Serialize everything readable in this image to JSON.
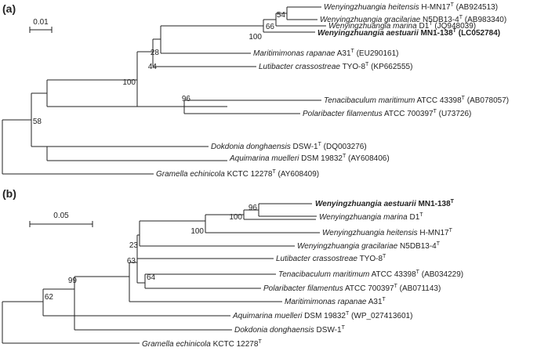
{
  "figure": {
    "panels": [
      {
        "id": "a",
        "label": "(a)",
        "scale_label": "0.01",
        "bootstrap": [
          "54",
          "66",
          "100",
          "28",
          "44",
          "100",
          "96",
          "58"
        ],
        "taxa": [
          {
            "genus": "Wenyingzhuangia",
            "species": "heitensis",
            "strain": "H-MN17",
            "sup": "T",
            "acc": "(AB924513)"
          },
          {
            "genus": "Wenyingzhuangia",
            "species": "marina",
            "strain": "D1",
            "sup": "T",
            "acc": "(JQ948039)"
          },
          {
            "genus": "Wenyingzhuangia",
            "species": "gracilariae",
            "strain": "N5DB13-4",
            "sup": "T",
            "acc": "(AB983340)"
          },
          {
            "genus": "Wenyingzhuangia",
            "species": "aestuarii",
            "strain": "MN1-138",
            "sup": "T",
            "acc": "(LC052784)",
            "bold": true
          },
          {
            "genus": "Maritimimonas",
            "species": "rapanae",
            "strain": "A31",
            "sup": "T",
            "acc": "(EU290161)"
          },
          {
            "genus": "Lutibacter",
            "species": "crassostreae",
            "strain": "TYO-8",
            "sup": "T",
            "acc": "(KP662555)"
          },
          {
            "genus": "Tenacibaculum",
            "species": "maritimum",
            "strain": "ATCC 43398",
            "sup": "T",
            "acc": "(AB078057)"
          },
          {
            "genus": "Polaribacter",
            "species": "filamentus",
            "strain": "ATCC 700397",
            "sup": "T",
            "acc": "(U73726)"
          },
          {
            "genus": "Dokdonia",
            "species": "donghaensis",
            "strain": "DSW-1",
            "sup": "T",
            "acc": "(DQ003276)"
          },
          {
            "genus": "Aquimarina",
            "species": "muelleri",
            "strain": "DSM 19832",
            "sup": "T",
            "acc": "(AY608406)"
          },
          {
            "genus": "Gramella",
            "species": "echinicola",
            "strain": "KCTC 12278",
            "sup": "T",
            "acc": "(AY608409)"
          }
        ]
      },
      {
        "id": "b",
        "label": "(b)",
        "scale_label": "0.05",
        "bootstrap": [
          "96",
          "100",
          "100",
          "23",
          "63",
          "64",
          "99",
          "62"
        ],
        "taxa": [
          {
            "genus": "Wenyingzhuangia",
            "species": "aestuarii",
            "strain": "MN1-138",
            "sup": "T",
            "acc": "",
            "bold": true
          },
          {
            "genus": "Wenyingzhuangia",
            "species": "marina",
            "strain": "D1",
            "sup": "T",
            "acc": ""
          },
          {
            "genus": "Wenyingzhuangia",
            "species": "heitensis",
            "strain": "H-MN17",
            "sup": "T",
            "acc": ""
          },
          {
            "genus": "Wenyingzhuangia",
            "species": "gracilariae",
            "strain": "N5DB13-4",
            "sup": "T",
            "acc": ""
          },
          {
            "genus": "Lutibacter",
            "species": "crassostreae",
            "strain": "TYO-8",
            "sup": "T",
            "acc": ""
          },
          {
            "genus": "Tenacibaculum",
            "species": "maritimum",
            "strain": "ATCC 43398",
            "sup": "T",
            "acc": "(AB034229)"
          },
          {
            "genus": "Polaribacter",
            "species": "filamentus",
            "strain": "ATCC 700397",
            "sup": "T",
            "acc": "(AB071143)"
          },
          {
            "genus": "Maritimimonas",
            "species": "rapanae",
            "strain": "A31",
            "sup": "T",
            "acc": ""
          },
          {
            "genus": "Aquimarina",
            "species": "muelleri",
            "strain": "DSM 19832",
            "sup": "T",
            "acc": "(WP_027413601)"
          },
          {
            "genus": "Dokdonia",
            "species": "donghaensis",
            "strain": "DSW-1",
            "sup": "T",
            "acc": ""
          },
          {
            "genus": "Gramella",
            "species": "echinicola",
            "strain": "KCTC 12278",
            "sup": "T",
            "acc": ""
          }
        ]
      }
    ]
  }
}
